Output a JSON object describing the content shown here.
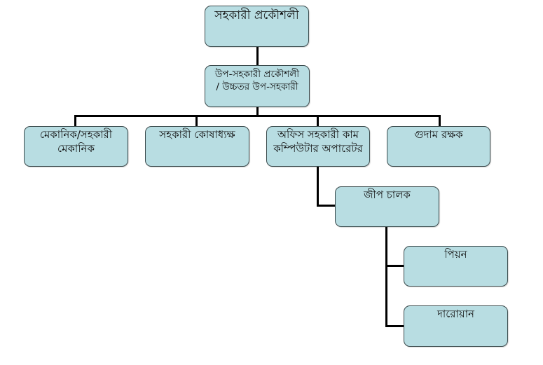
{
  "diagram": {
    "type": "org-chart",
    "colors": {
      "node_fill": "#b8dde2",
      "node_border": "#3a4a4c",
      "connector": "#000000",
      "background": "#ffffff"
    },
    "nodes": {
      "root": {
        "label": "সহকারী প্রকৌশলী"
      },
      "level2": {
        "label": "উপ-সহকারী প্রকৌশলী\n/ উচ্চতর উপ-সহকারী"
      },
      "mechanic": {
        "label": "মেকানিক/সহকারী\nমেকানিক"
      },
      "treasurer": {
        "label": "সহকারী কোষাধ্যক্ষ"
      },
      "office_assistant": {
        "label": "অফিস সহকারী কাম\nকম্পিউটার অপারেটর"
      },
      "storekeeper": {
        "label": "গুদাম রক্ষক"
      },
      "jeep_driver": {
        "label": "জীপ চালক"
      },
      "peon": {
        "label": "পিয়ন"
      },
      "guard": {
        "label": "দারোয়ান"
      }
    },
    "edges": [
      [
        "root",
        "level2"
      ],
      [
        "level2",
        "mechanic"
      ],
      [
        "level2",
        "treasurer"
      ],
      [
        "level2",
        "office_assistant"
      ],
      [
        "level2",
        "storekeeper"
      ],
      [
        "office_assistant",
        "jeep_driver"
      ],
      [
        "jeep_driver",
        "peon"
      ],
      [
        "jeep_driver",
        "guard"
      ]
    ]
  }
}
